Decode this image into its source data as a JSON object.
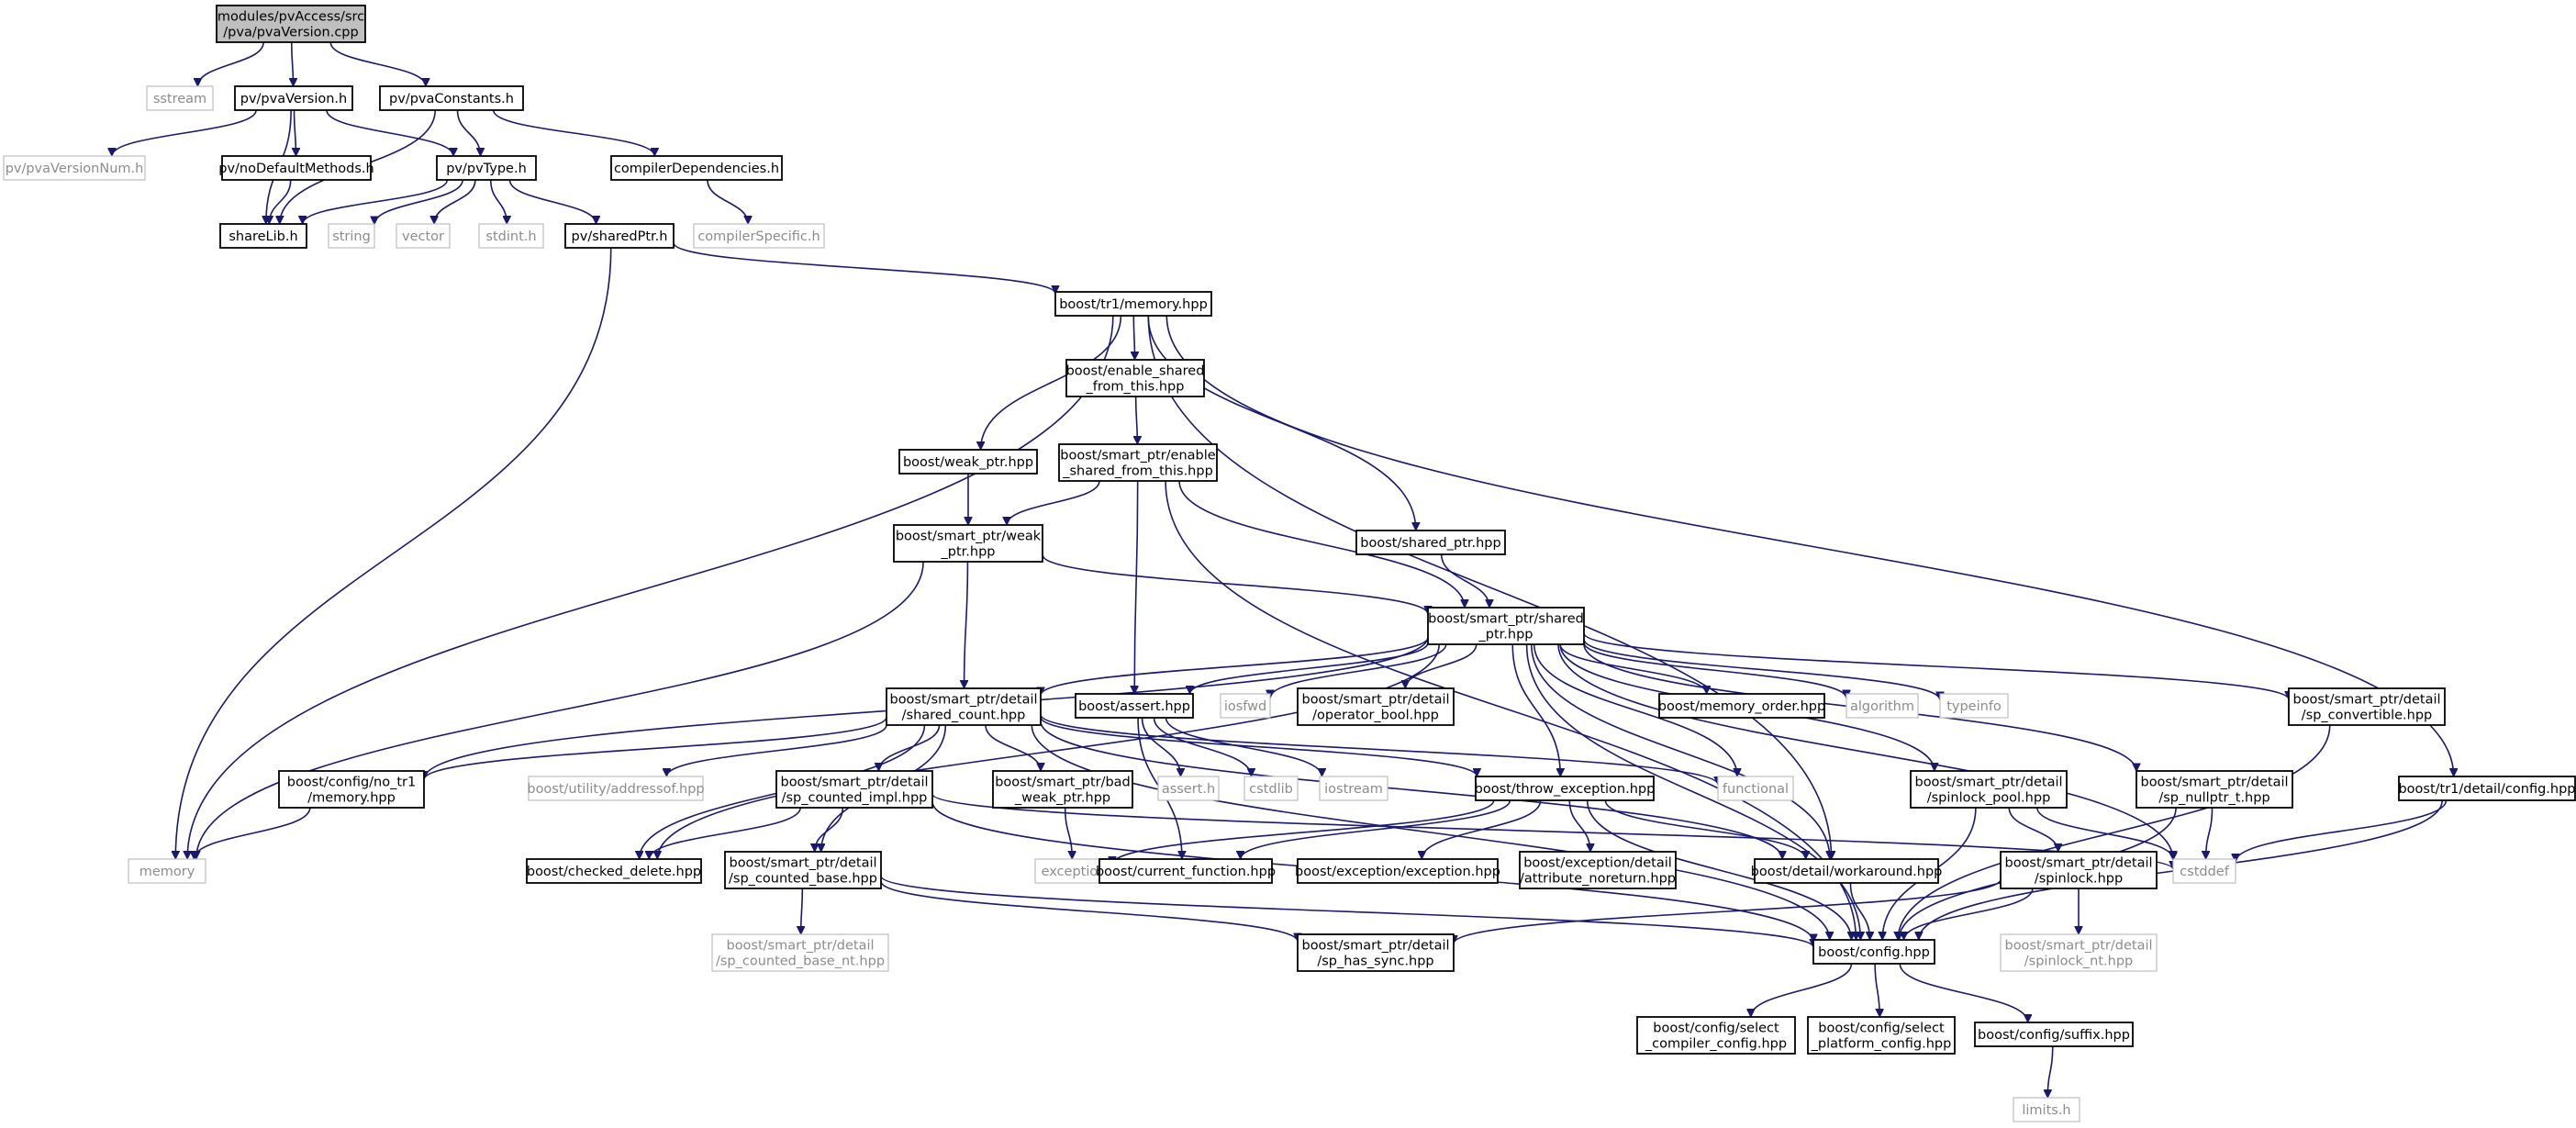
{
  "diagram": {
    "kind": "include-dependency-graph",
    "colors": {
      "edge": "#191970",
      "node_border": "#000000",
      "missing_border": "#bfbfbf",
      "missing_text": "#8c8c8c",
      "root_fill": "#bfbfbf"
    },
    "nodes": [
      {
        "id": "root",
        "lines": [
          "modules/pvAccess/src",
          "/pva/pvaVersion.cpp"
        ],
        "kind": "root"
      },
      {
        "id": "sstream",
        "lines": [
          "sstream"
        ],
        "kind": "missing"
      },
      {
        "id": "pvaVersion_h",
        "lines": [
          "pv/pvaVersion.h"
        ],
        "kind": "normal"
      },
      {
        "id": "pvaConstants_h",
        "lines": [
          "pv/pvaConstants.h"
        ],
        "kind": "normal"
      },
      {
        "id": "pvaVersionNum_h",
        "lines": [
          "pv/pvaVersionNum.h"
        ],
        "kind": "missing"
      },
      {
        "id": "noDefaultMethods_h",
        "lines": [
          "pv/noDefaultMethods.h"
        ],
        "kind": "normal"
      },
      {
        "id": "pvType_h",
        "lines": [
          "pv/pvType.h"
        ],
        "kind": "normal"
      },
      {
        "id": "compilerDependencies_h",
        "lines": [
          "compilerDependencies.h"
        ],
        "kind": "normal"
      },
      {
        "id": "shareLib_h",
        "lines": [
          "shareLib.h"
        ],
        "kind": "normal"
      },
      {
        "id": "string",
        "lines": [
          "string"
        ],
        "kind": "missing"
      },
      {
        "id": "vector",
        "lines": [
          "vector"
        ],
        "kind": "missing"
      },
      {
        "id": "stdint_h",
        "lines": [
          "stdint.h"
        ],
        "kind": "missing"
      },
      {
        "id": "sharedPtr_h",
        "lines": [
          "pv/sharedPtr.h"
        ],
        "kind": "normal"
      },
      {
        "id": "compilerSpecific_h",
        "lines": [
          "compilerSpecific.h"
        ],
        "kind": "missing"
      },
      {
        "id": "tr1_memory",
        "lines": [
          "boost/tr1/memory.hpp"
        ],
        "kind": "normal"
      },
      {
        "id": "enable_shared_from_this",
        "lines": [
          "boost/enable_shared",
          "_from_this.hpp"
        ],
        "kind": "normal"
      },
      {
        "id": "weak_ptr",
        "lines": [
          "boost/weak_ptr.hpp"
        ],
        "kind": "normal"
      },
      {
        "id": "sp_enable_shared",
        "lines": [
          "boost/smart_ptr/enable",
          "_shared_from_this.hpp"
        ],
        "kind": "normal"
      },
      {
        "id": "shared_ptr",
        "lines": [
          "boost/shared_ptr.hpp"
        ],
        "kind": "normal"
      },
      {
        "id": "sp_weak_ptr",
        "lines": [
          "boost/smart_ptr/weak",
          "_ptr.hpp"
        ],
        "kind": "normal"
      },
      {
        "id": "sp_shared_ptr",
        "lines": [
          "boost/smart_ptr/shared",
          "_ptr.hpp"
        ],
        "kind": "normal"
      },
      {
        "id": "shared_count",
        "lines": [
          "boost/smart_ptr/detail",
          "/shared_count.hpp"
        ],
        "kind": "normal"
      },
      {
        "id": "assert_hpp",
        "lines": [
          "boost/assert.hpp"
        ],
        "kind": "normal"
      },
      {
        "id": "iosfwd",
        "lines": [
          "iosfwd"
        ],
        "kind": "missing"
      },
      {
        "id": "operator_bool",
        "lines": [
          "boost/smart_ptr/detail",
          "/operator_bool.hpp"
        ],
        "kind": "normal"
      },
      {
        "id": "memory_order",
        "lines": [
          "boost/memory_order.hpp"
        ],
        "kind": "normal"
      },
      {
        "id": "algorithm",
        "lines": [
          "algorithm"
        ],
        "kind": "missing"
      },
      {
        "id": "typeinfo",
        "lines": [
          "typeinfo"
        ],
        "kind": "missing"
      },
      {
        "id": "sp_convertible",
        "lines": [
          "boost/smart_ptr/detail",
          "/sp_convertible.hpp"
        ],
        "kind": "normal"
      },
      {
        "id": "no_tr1_memory",
        "lines": [
          "boost/config/no_tr1",
          "/memory.hpp"
        ],
        "kind": "normal"
      },
      {
        "id": "addressof",
        "lines": [
          "boost/utility/addressof.hpp"
        ],
        "kind": "missing"
      },
      {
        "id": "sp_counted_impl",
        "lines": [
          "boost/smart_ptr/detail",
          "/sp_counted_impl.hpp"
        ],
        "kind": "normal"
      },
      {
        "id": "bad_weak_ptr",
        "lines": [
          "boost/smart_ptr/bad",
          "_weak_ptr.hpp"
        ],
        "kind": "normal"
      },
      {
        "id": "assert_h",
        "lines": [
          "assert.h"
        ],
        "kind": "missing"
      },
      {
        "id": "cstdlib",
        "lines": [
          "cstdlib"
        ],
        "kind": "missing"
      },
      {
        "id": "iostream",
        "lines": [
          "iostream"
        ],
        "kind": "missing"
      },
      {
        "id": "throw_exception",
        "lines": [
          "boost/throw_exception.hpp"
        ],
        "kind": "normal"
      },
      {
        "id": "functional",
        "lines": [
          "functional"
        ],
        "kind": "missing"
      },
      {
        "id": "spinlock_pool",
        "lines": [
          "boost/smart_ptr/detail",
          "/spinlock_pool.hpp"
        ],
        "kind": "normal"
      },
      {
        "id": "sp_nullptr_t",
        "lines": [
          "boost/smart_ptr/detail",
          "/sp_nullptr_t.hpp"
        ],
        "kind": "normal"
      },
      {
        "id": "tr1_detail_config",
        "lines": [
          "boost/tr1/detail/config.hpp"
        ],
        "kind": "normal"
      },
      {
        "id": "memory",
        "lines": [
          "memory"
        ],
        "kind": "missing"
      },
      {
        "id": "checked_delete",
        "lines": [
          "boost/checked_delete.hpp"
        ],
        "kind": "normal"
      },
      {
        "id": "sp_counted_base",
        "lines": [
          "boost/smart_ptr/detail",
          "/sp_counted_base.hpp"
        ],
        "kind": "normal"
      },
      {
        "id": "exception",
        "lines": [
          "exception"
        ],
        "kind": "missing"
      },
      {
        "id": "current_function",
        "lines": [
          "boost/current_function.hpp"
        ],
        "kind": "normal"
      },
      {
        "id": "exception_hpp",
        "lines": [
          "boost/exception/exception.hpp"
        ],
        "kind": "normal"
      },
      {
        "id": "attribute_noreturn",
        "lines": [
          "boost/exception/detail",
          "/attribute_noreturn.hpp"
        ],
        "kind": "normal"
      },
      {
        "id": "workaround",
        "lines": [
          "boost/detail/workaround.hpp"
        ],
        "kind": "normal"
      },
      {
        "id": "spinlock",
        "lines": [
          "boost/smart_ptr/detail",
          "/spinlock.hpp"
        ],
        "kind": "normal"
      },
      {
        "id": "cstddef",
        "lines": [
          "cstddef"
        ],
        "kind": "missing"
      },
      {
        "id": "sp_counted_base_nt",
        "lines": [
          "boost/smart_ptr/detail",
          "/sp_counted_base_nt.hpp"
        ],
        "kind": "missing"
      },
      {
        "id": "sp_has_sync",
        "lines": [
          "boost/smart_ptr/detail",
          "/sp_has_sync.hpp"
        ],
        "kind": "normal"
      },
      {
        "id": "config_hpp",
        "lines": [
          "boost/config.hpp"
        ],
        "kind": "normal"
      },
      {
        "id": "spinlock_nt",
        "lines": [
          "boost/smart_ptr/detail",
          "/spinlock_nt.hpp"
        ],
        "kind": "missing"
      },
      {
        "id": "select_compiler",
        "lines": [
          "boost/config/select",
          "_compiler_config.hpp"
        ],
        "kind": "normal"
      },
      {
        "id": "select_platform",
        "lines": [
          "boost/config/select",
          "_platform_config.hpp"
        ],
        "kind": "normal"
      },
      {
        "id": "suffix",
        "lines": [
          "boost/config/suffix.hpp"
        ],
        "kind": "normal"
      },
      {
        "id": "limits_h",
        "lines": [
          "limits.h"
        ],
        "kind": "missing"
      }
    ],
    "edges": [
      [
        "root",
        "sstream"
      ],
      [
        "root",
        "pvaVersion_h"
      ],
      [
        "root",
        "pvaConstants_h"
      ],
      [
        "pvaVersion_h",
        "pvaVersionNum_h"
      ],
      [
        "pvaVersion_h",
        "noDefaultMethods_h"
      ],
      [
        "pvaVersion_h",
        "pvType_h"
      ],
      [
        "pvaVersion_h",
        "shareLib_h"
      ],
      [
        "pvaConstants_h",
        "pvType_h"
      ],
      [
        "pvaConstants_h",
        "compilerDependencies_h"
      ],
      [
        "pvaConstants_h",
        "shareLib_h"
      ],
      [
        "noDefaultMethods_h",
        "shareLib_h"
      ],
      [
        "pvType_h",
        "shareLib_h"
      ],
      [
        "pvType_h",
        "string"
      ],
      [
        "pvType_h",
        "vector"
      ],
      [
        "pvType_h",
        "stdint_h"
      ],
      [
        "pvType_h",
        "sharedPtr_h"
      ],
      [
        "compilerDependencies_h",
        "compilerSpecific_h"
      ],
      [
        "sharedPtr_h",
        "tr1_memory"
      ],
      [
        "sharedPtr_h",
        "memory"
      ],
      [
        "tr1_memory",
        "memory"
      ],
      [
        "tr1_memory",
        "enable_shared_from_this"
      ],
      [
        "tr1_memory",
        "weak_ptr"
      ],
      [
        "tr1_memory",
        "shared_ptr"
      ],
      [
        "tr1_memory",
        "workaround"
      ],
      [
        "tr1_memory",
        "tr1_detail_config"
      ],
      [
        "enable_shared_from_this",
        "sp_enable_shared"
      ],
      [
        "weak_ptr",
        "sp_weak_ptr"
      ],
      [
        "sp_enable_shared",
        "sp_weak_ptr"
      ],
      [
        "sp_enable_shared",
        "sp_shared_ptr"
      ],
      [
        "sp_enable_shared",
        "assert_hpp"
      ],
      [
        "sp_enable_shared",
        "config_hpp"
      ],
      [
        "shared_ptr",
        "sp_shared_ptr"
      ],
      [
        "sp_weak_ptr",
        "memory"
      ],
      [
        "sp_weak_ptr",
        "shared_count"
      ],
      [
        "sp_weak_ptr",
        "sp_shared_ptr"
      ],
      [
        "sp_shared_ptr",
        "config_hpp"
      ],
      [
        "sp_shared_ptr",
        "no_tr1_memory"
      ],
      [
        "sp_shared_ptr",
        "checked_delete"
      ],
      [
        "sp_shared_ptr",
        "throw_exception"
      ],
      [
        "sp_shared_ptr",
        "shared_count"
      ],
      [
        "sp_shared_ptr",
        "workaround"
      ],
      [
        "sp_shared_ptr",
        "sp_convertible"
      ],
      [
        "sp_shared_ptr",
        "sp_nullptr_t"
      ],
      [
        "sp_shared_ptr",
        "spinlock_pool"
      ],
      [
        "sp_shared_ptr",
        "memory_order"
      ],
      [
        "sp_shared_ptr",
        "assert_hpp"
      ],
      [
        "sp_shared_ptr",
        "algorithm"
      ],
      [
        "sp_shared_ptr",
        "functional"
      ],
      [
        "sp_shared_ptr",
        "typeinfo"
      ],
      [
        "sp_shared_ptr",
        "iosfwd"
      ],
      [
        "sp_shared_ptr",
        "operator_bool"
      ],
      [
        "sp_shared_ptr",
        "cstddef"
      ],
      [
        "shared_count",
        "config_hpp"
      ],
      [
        "shared_count",
        "checked_delete"
      ],
      [
        "shared_count",
        "throw_exception"
      ],
      [
        "shared_count",
        "bad_weak_ptr"
      ],
      [
        "shared_count",
        "sp_counted_base"
      ],
      [
        "shared_count",
        "sp_counted_impl"
      ],
      [
        "shared_count",
        "no_tr1_memory"
      ],
      [
        "shared_count",
        "functional"
      ],
      [
        "shared_count",
        "workaround"
      ],
      [
        "shared_count",
        "addressof"
      ],
      [
        "assert_hpp",
        "assert_h"
      ],
      [
        "assert_hpp",
        "cstdlib"
      ],
      [
        "assert_hpp",
        "iostream"
      ],
      [
        "assert_hpp",
        "current_function"
      ],
      [
        "no_tr1_memory",
        "memory"
      ],
      [
        "sp_counted_impl",
        "config_hpp"
      ],
      [
        "sp_counted_impl",
        "checked_delete"
      ],
      [
        "sp_counted_impl",
        "sp_counted_base"
      ],
      [
        "sp_counted_impl",
        "cstddef"
      ],
      [
        "bad_weak_ptr",
        "exception"
      ],
      [
        "throw_exception",
        "exception"
      ],
      [
        "throw_exception",
        "current_function"
      ],
      [
        "throw_exception",
        "exception_hpp"
      ],
      [
        "throw_exception",
        "config_hpp"
      ],
      [
        "throw_exception",
        "workaround"
      ],
      [
        "throw_exception",
        "attribute_noreturn"
      ],
      [
        "sp_counted_base",
        "sp_has_sync"
      ],
      [
        "sp_counted_base",
        "config_hpp"
      ],
      [
        "sp_counted_base",
        "sp_counted_base_nt"
      ],
      [
        "spinlock_pool",
        "config_hpp"
      ],
      [
        "spinlock_pool",
        "spinlock"
      ],
      [
        "spinlock_pool",
        "cstddef"
      ],
      [
        "sp_nullptr_t",
        "config_hpp"
      ],
      [
        "sp_nullptr_t",
        "cstddef"
      ],
      [
        "sp_convertible",
        "config_hpp"
      ],
      [
        "tr1_detail_config",
        "config_hpp"
      ],
      [
        "tr1_detail_config",
        "cstddef"
      ],
      [
        "workaround",
        "config_hpp"
      ],
      [
        "spinlock",
        "sp_has_sync"
      ],
      [
        "spinlock",
        "config_hpp"
      ],
      [
        "spinlock",
        "spinlock_nt"
      ],
      [
        "config_hpp",
        "select_compiler"
      ],
      [
        "config_hpp",
        "select_platform"
      ],
      [
        "config_hpp",
        "suffix"
      ],
      [
        "suffix",
        "limits_h"
      ]
    ]
  }
}
